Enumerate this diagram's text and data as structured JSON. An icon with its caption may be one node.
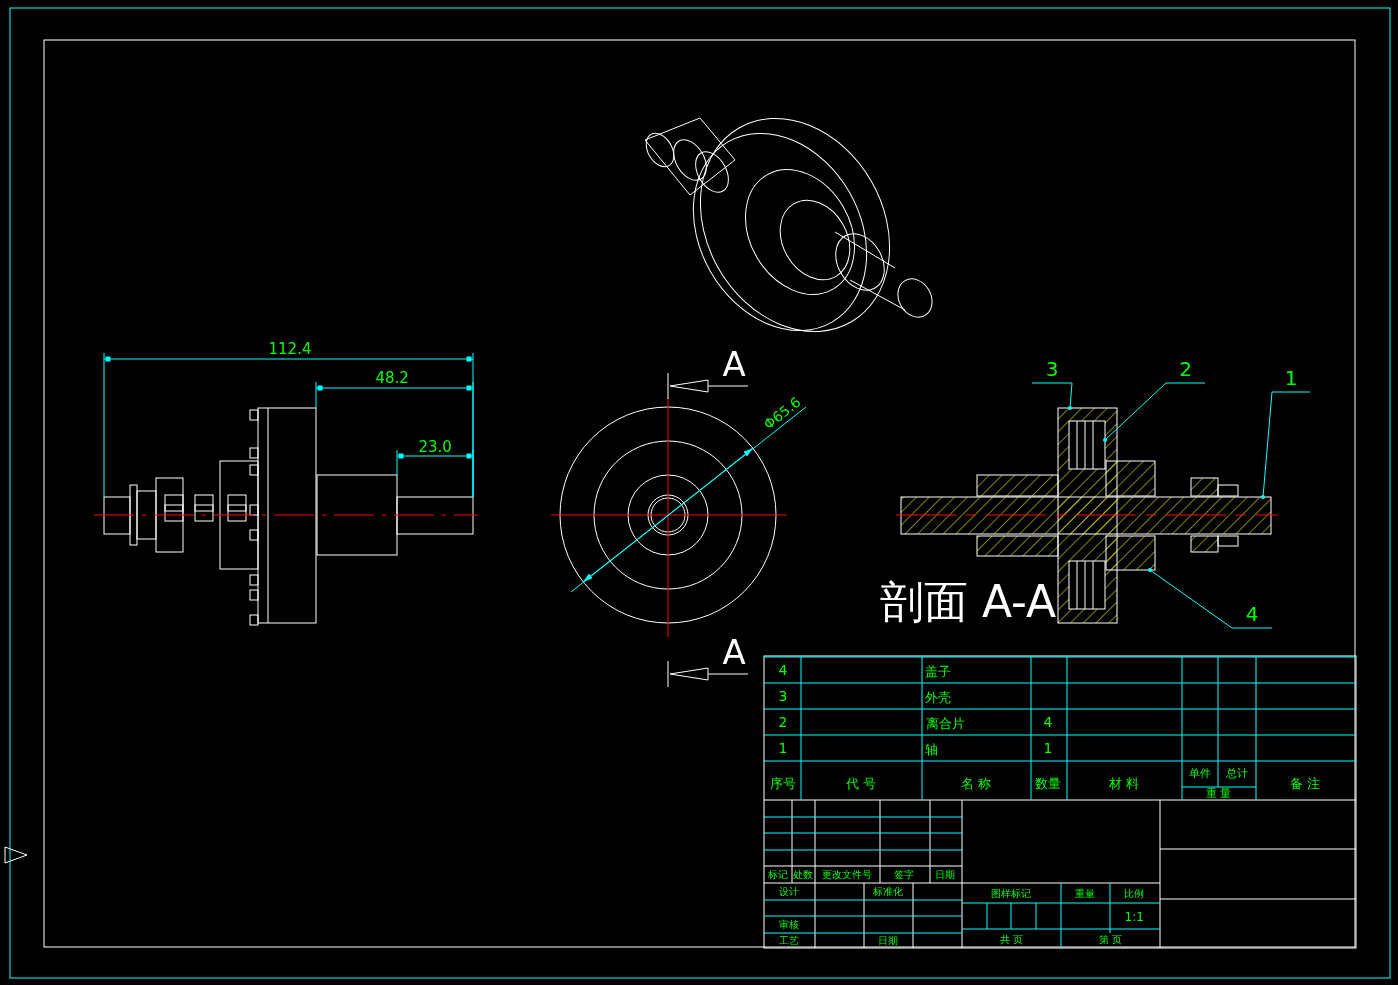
{
  "diagram": {
    "nodes": [
      {
        "text": [
          "3"
        ]
      },
      {
        "text": [
          "2"
        ]
      },
      {
        "text": [
          "1"
        ]
      },
      {
        "text": [
          "4"
        ]
      },
      {
        "text": [],
        "shape": "picture"
      },
      {
        "text": [],
        "shape": "picture",
        "in": 4
      },
      {
        "text": [],
        "shape": "box"
      },
      {
        "text": [],
        "shape": "picture"
      }
    ],
    "edges": [
      {
        "from": 0,
        "to": 4,
        "arrow": "other"
      },
      {
        "from": 1,
        "to": 5,
        "arrow": "other"
      },
      {
        "from": 2,
        "to": 6,
        "arrow": "other"
      },
      {
        "from": 3,
        "to": 7,
        "arrow": "other"
      }
    ],
    "labels": [
      "112.4",
      "48.2",
      "23.0",
      "Φ65.6",
      "A",
      "A",
      "剖面 A-A",
      "4",
      "盖子",
      "3",
      "外壳",
      "2",
      "离合片",
      "4",
      "1",
      "轴",
      "1",
      "序号",
      "代 号",
      "名 称",
      "数量",
      "材 料",
      "单件",
      "总计",
      "重 量",
      "备 注",
      "标记",
      "处数",
      "更改文件号",
      "签字",
      "日期",
      "设计",
      "标准化",
      "图样标记",
      "重量",
      "比例",
      "1:1",
      "审核",
      "工艺",
      "日期",
      "共 页",
      "第 页"
    ]
  }
}
